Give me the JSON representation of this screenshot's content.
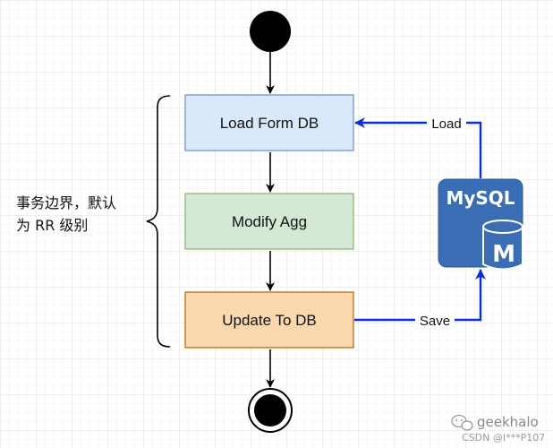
{
  "nodes": {
    "load": {
      "label": "Load Form DB",
      "fill": "#dae8fc",
      "stroke": "#6c8ebf"
    },
    "modify": {
      "label": "Modify Agg",
      "fill": "#d5e8d4",
      "stroke": "#82b366"
    },
    "update": {
      "label": "Update To DB",
      "fill": "#fad7ac",
      "stroke": "#b46504"
    }
  },
  "edges": {
    "load_label": "Load",
    "save_label": "Save"
  },
  "side_note": {
    "line1": "事务边界，默认",
    "line2": "为 RR 级别"
  },
  "database": {
    "label": "MySQL",
    "badge": "M",
    "color": "#3b6db5"
  },
  "watermark": {
    "brand": "geekhalo",
    "source": "CSDN @I***P107"
  },
  "colors": {
    "edge_blue": "#0b2fd6",
    "flow_black": "#000000"
  }
}
